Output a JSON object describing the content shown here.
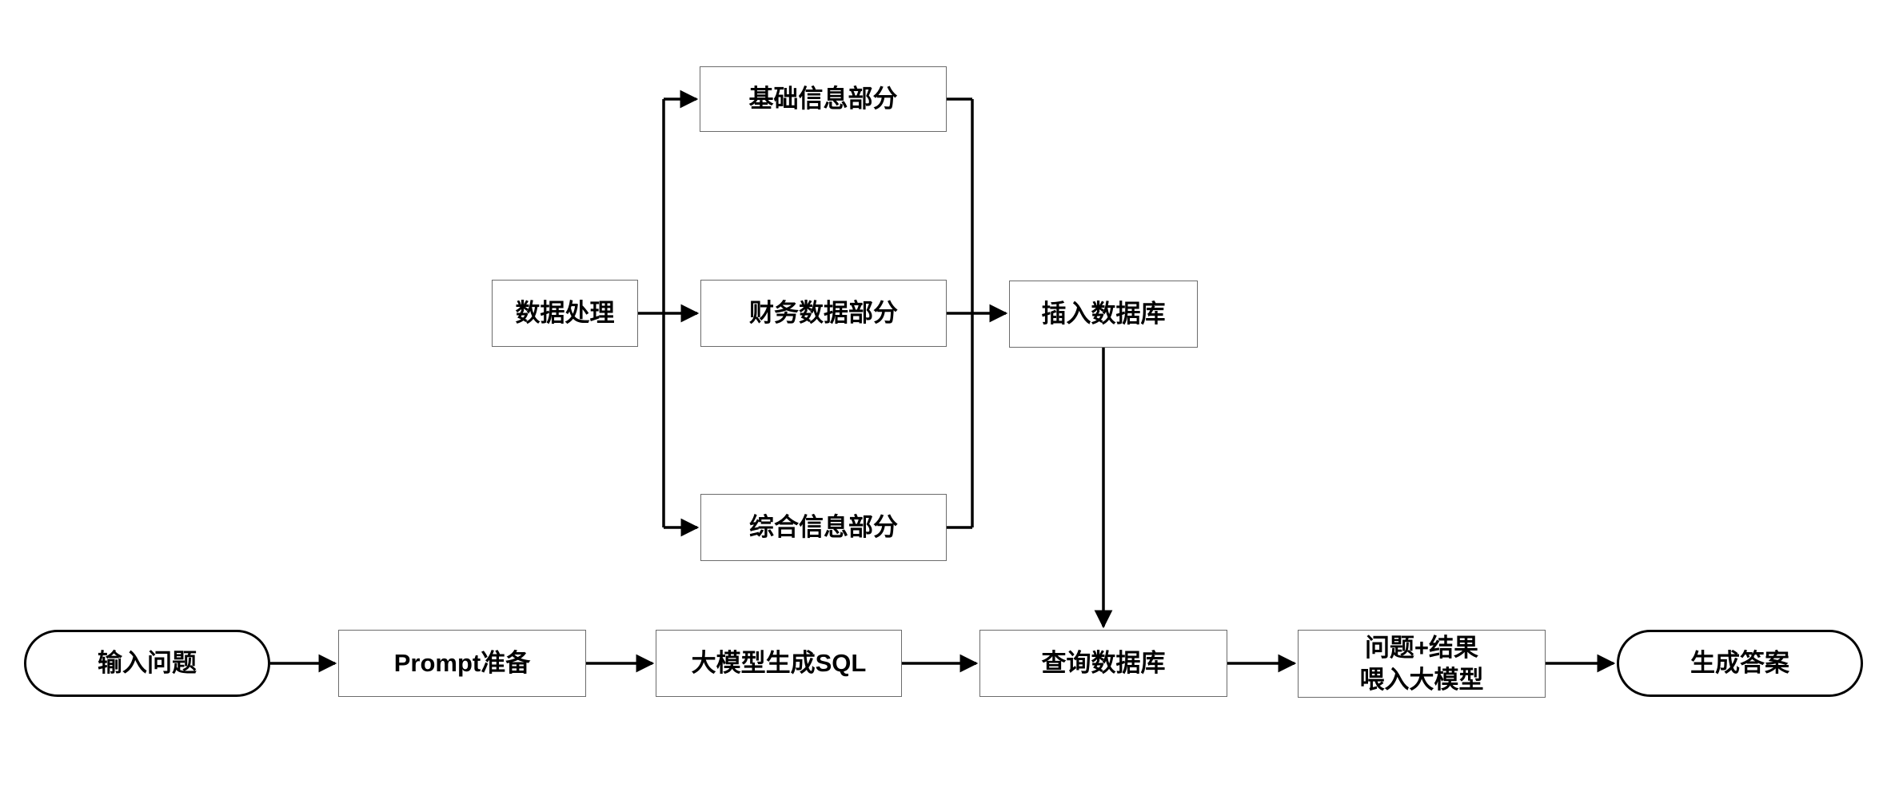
{
  "diagram": {
    "title": "text-to-sql-flowchart",
    "colors": {
      "background": "#ffffff",
      "arrow": "#000000",
      "rect_border": "#6b6b6b",
      "pill_border": "#000000",
      "node_fill": "#ffffff",
      "text": "#000000"
    },
    "nodes": {
      "data_processing": {
        "label": "数据处理",
        "shape": "rectangle"
      },
      "basic_info": {
        "label": "基础信息部分",
        "shape": "rectangle"
      },
      "financial_data": {
        "label": "财务数据部分",
        "shape": "rectangle"
      },
      "comprehensive_info": {
        "label": "综合信息部分",
        "shape": "rectangle"
      },
      "insert_db": {
        "label": "插入数据库",
        "shape": "rectangle"
      },
      "input_question": {
        "label": "输入问题",
        "shape": "stadium"
      },
      "prompt_prep": {
        "label": "Prompt准备",
        "shape": "rectangle"
      },
      "llm_generate_sql": {
        "label": "大模型生成SQL",
        "shape": "rectangle"
      },
      "query_db": {
        "label": "查询数据库",
        "shape": "rectangle"
      },
      "feed_llm": {
        "line1": "问题+结果",
        "line2": "喂入大模型",
        "shape": "rectangle"
      },
      "generate_answer": {
        "label": "生成答案",
        "shape": "stadium"
      }
    },
    "edges": [
      {
        "from": "data_processing",
        "to": "basic_info",
        "arrow": true
      },
      {
        "from": "data_processing",
        "to": "financial_data",
        "arrow": true
      },
      {
        "from": "data_processing",
        "to": "comprehensive_info",
        "arrow": true
      },
      {
        "from": "basic_info",
        "to": "insert_db",
        "arrow": false
      },
      {
        "from": "financial_data",
        "to": "insert_db",
        "arrow": true
      },
      {
        "from": "comprehensive_info",
        "to": "insert_db",
        "arrow": false
      },
      {
        "from": "insert_db",
        "to": "query_db",
        "arrow": true
      },
      {
        "from": "input_question",
        "to": "prompt_prep",
        "arrow": true
      },
      {
        "from": "prompt_prep",
        "to": "llm_generate_sql",
        "arrow": true
      },
      {
        "from": "llm_generate_sql",
        "to": "query_db",
        "arrow": true
      },
      {
        "from": "query_db",
        "to": "feed_llm",
        "arrow": true
      },
      {
        "from": "feed_llm",
        "to": "generate_answer",
        "arrow": true
      }
    ]
  }
}
